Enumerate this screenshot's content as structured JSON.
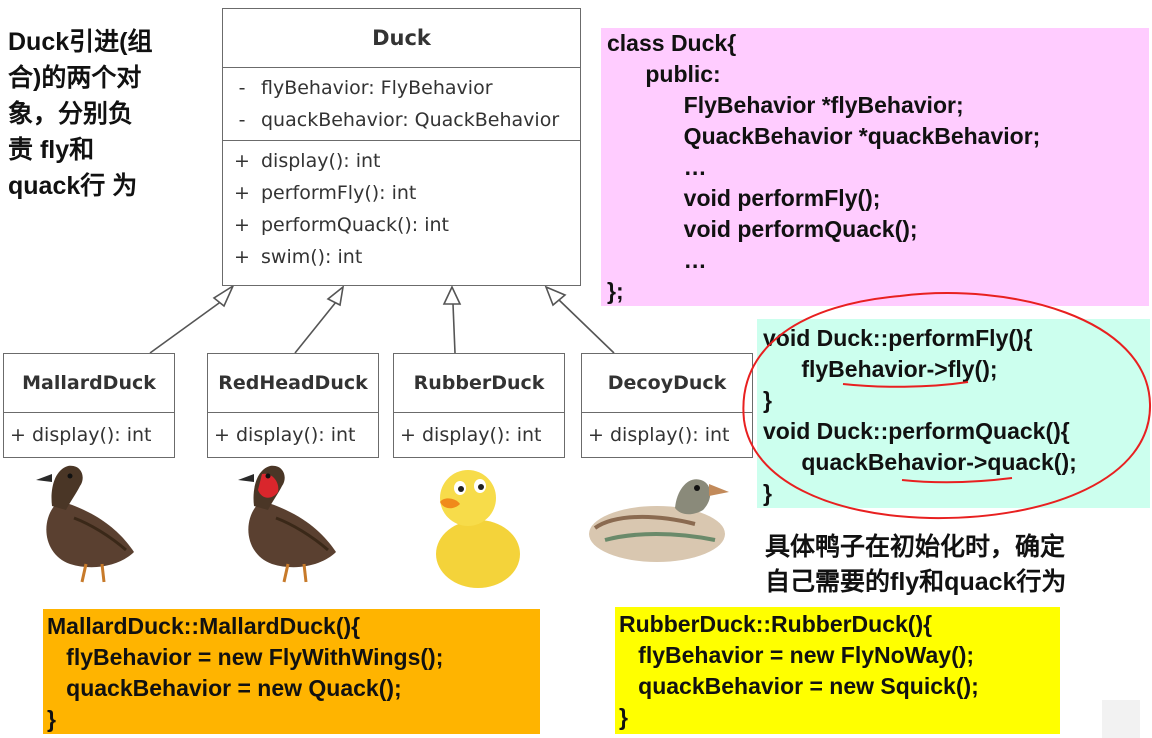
{
  "intro_text": [
    "Duck引进(组",
    "合)的两个对",
    "象，分别负",
    "责 fly和",
    "quack行 为"
  ],
  "duck_class": {
    "name": "Duck",
    "attributes": [
      {
        "vis": "-",
        "text": "flyBehavior: FlyBehavior"
      },
      {
        "vis": "-",
        "text": "quackBehavior: QuackBehavior"
      }
    ],
    "methods": [
      {
        "vis": "+",
        "text": "display(): int"
      },
      {
        "vis": "+",
        "text": "performFly(): int"
      },
      {
        "vis": "+",
        "text": "performQuack(): int"
      },
      {
        "vis": "+",
        "text": "swim(): int"
      }
    ]
  },
  "subclasses": [
    {
      "name": "MallardDuck",
      "vis": "+",
      "method": "display(): int"
    },
    {
      "name": "RedHeadDuck",
      "vis": "+",
      "method": "display(): int"
    },
    {
      "name": "RubberDuck",
      "vis": "+",
      "method": "display(): int"
    },
    {
      "name": "DecoyDuck",
      "vis": "+",
      "method": "display(): int"
    }
  ],
  "class_decl_code": [
    "class Duck{",
    "      public:",
    "            FlyBehavior *flyBehavior;",
    "            QuackBehavior *quackBehavior;",
    "            …",
    "            void performFly();",
    "            void performQuack();",
    "            …",
    "};"
  ],
  "impl_code": [
    "void Duck::performFly(){",
    "      flyBehavior->fly();",
    "}",
    "void Duck::performQuack(){",
    "      quackBehavior->quack();",
    "}"
  ],
  "note_text": [
    "具体鸭子在初始化时，确定",
    "自己需要的fly和quack行为"
  ],
  "mallard_ctor_code": [
    "MallardDuck::MallardDuck(){",
    "   flyBehavior = new FlyWithWings();",
    "   quackBehavior = new Quack();",
    "}"
  ],
  "rubber_ctor_code": [
    "RubberDuck::RubberDuck(){",
    "   flyBehavior = new FlyNoWay();",
    "   quackBehavior = new Squick();",
    "}"
  ],
  "colors": {
    "class_decl_bg": "#ffccff",
    "impl_bg": "#ccffee",
    "mallard_bg": "#ffb400",
    "rubber_bg": "#ffff00",
    "highlight_circle": "#e82020"
  }
}
